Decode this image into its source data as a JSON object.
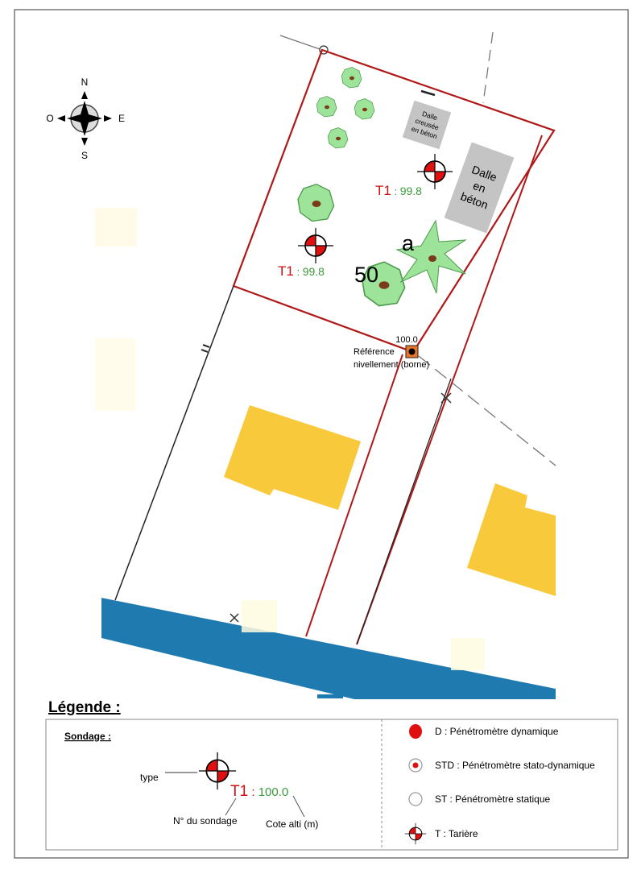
{
  "compass": {
    "north": "N",
    "south": "S",
    "west": "O",
    "east": "E"
  },
  "map": {
    "slab_small": [
      "Dalle",
      "creusée",
      "en béton"
    ],
    "slab_large": [
      "Dalle",
      "en",
      "béton"
    ],
    "boreholes": [
      {
        "id": "T1",
        "sep": " : ",
        "elevation": "99.8"
      },
      {
        "id": "T1",
        "sep": " : ",
        "elevation": "99.8"
      }
    ],
    "tree_label_number": "50",
    "tree_label_letter": "a",
    "reference": {
      "value": "100.0",
      "line1": "Référence",
      "line2": "nivellement (borne)"
    }
  },
  "legend": {
    "title": "Légende :",
    "sondage_title": "Sondage :",
    "type_label": "type",
    "example_id": "T1",
    "example_sep": " : ",
    "example_elevation": "100.0",
    "number_label": "N° du sondage",
    "elevation_label": "Cote alti (m)",
    "items": [
      {
        "label": "D : Pénétromètre dynamique"
      },
      {
        "label": "STD : Pénétromètre stato-dynamique"
      },
      {
        "label": "ST : Pénétromètre statique"
      },
      {
        "label": "T : Tarière"
      }
    ]
  },
  "colors": {
    "boundary": "#b01818",
    "water": "#1f7ab0",
    "building": "#f9c93c",
    "tree": "#9de39a",
    "slab": "#c4c4c4",
    "elevation_text": "#3a9a3a",
    "id_text": "#d01010"
  }
}
